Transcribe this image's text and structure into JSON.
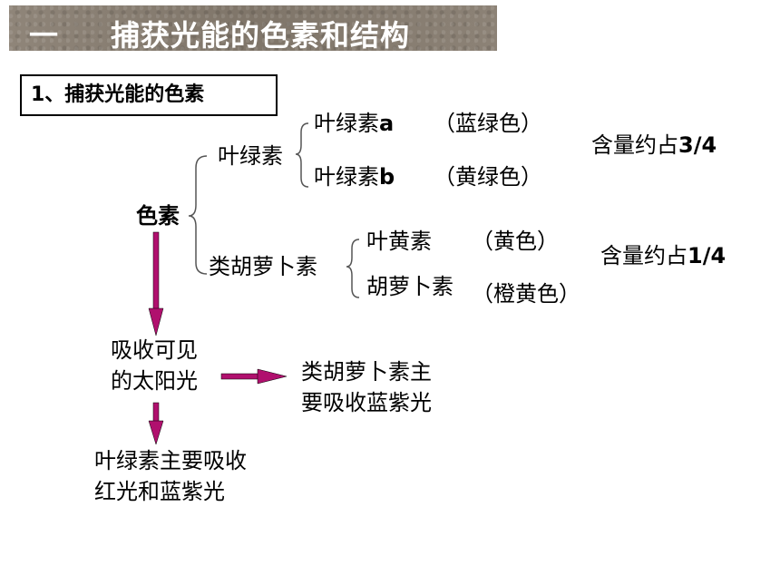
{
  "title": {
    "number": "一",
    "text": "捕获光能的色素和结构"
  },
  "subtitle": "1、捕获光能的色素",
  "tree": {
    "root": "色素",
    "chlorophyll": {
      "label": "叶绿素",
      "a": {
        "name": "叶绿素",
        "suffix": "a",
        "color": "（蓝绿色）"
      },
      "b": {
        "name": "叶绿素",
        "suffix": "b",
        "color": "（黄绿色）"
      },
      "content": {
        "prefix": "含量约占",
        "value": "3/4"
      }
    },
    "carotenoid": {
      "label": "类胡萝卜素",
      "xanthophyll": {
        "name": "叶黄素",
        "color": "（黄色）"
      },
      "carotene": {
        "name": "胡萝卜素",
        "color": "（橙黄色）"
      },
      "content": {
        "prefix": "含量约占",
        "value": "1/4"
      }
    }
  },
  "flow": {
    "absorb": [
      "吸收可见",
      "的太阳光"
    ],
    "carotenoid_note": [
      "类胡萝卜素主",
      "要吸收蓝紫光"
    ],
    "chlorophyll_note": [
      "叶绿素主要吸收",
      "红光和蓝紫光"
    ],
    "arrow_color": "#b0106e"
  },
  "colors": {
    "title_bg": "#8a8074",
    "title_text": "#ffffff",
    "brace": "#555555"
  }
}
